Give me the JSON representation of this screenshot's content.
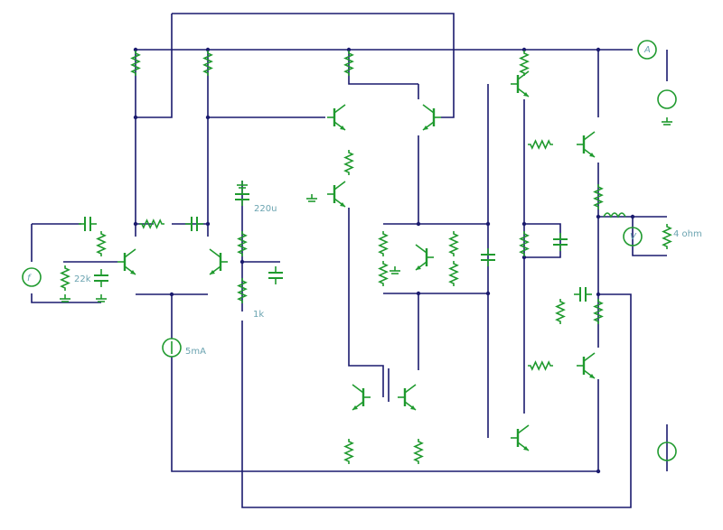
{
  "colors": {
    "wire": "#1a1a6e",
    "component": "#1f9a2e",
    "label": "#6aa3b0",
    "background": "#ffffff"
  },
  "labels": {
    "cap_220u": "220u",
    "res_22k": "22k",
    "current_source": "5mA",
    "res_1k": "1k",
    "load": "4 ohm"
  },
  "meters": {
    "ammeter": "A",
    "voltmeter": "V",
    "signal_source": "f"
  }
}
